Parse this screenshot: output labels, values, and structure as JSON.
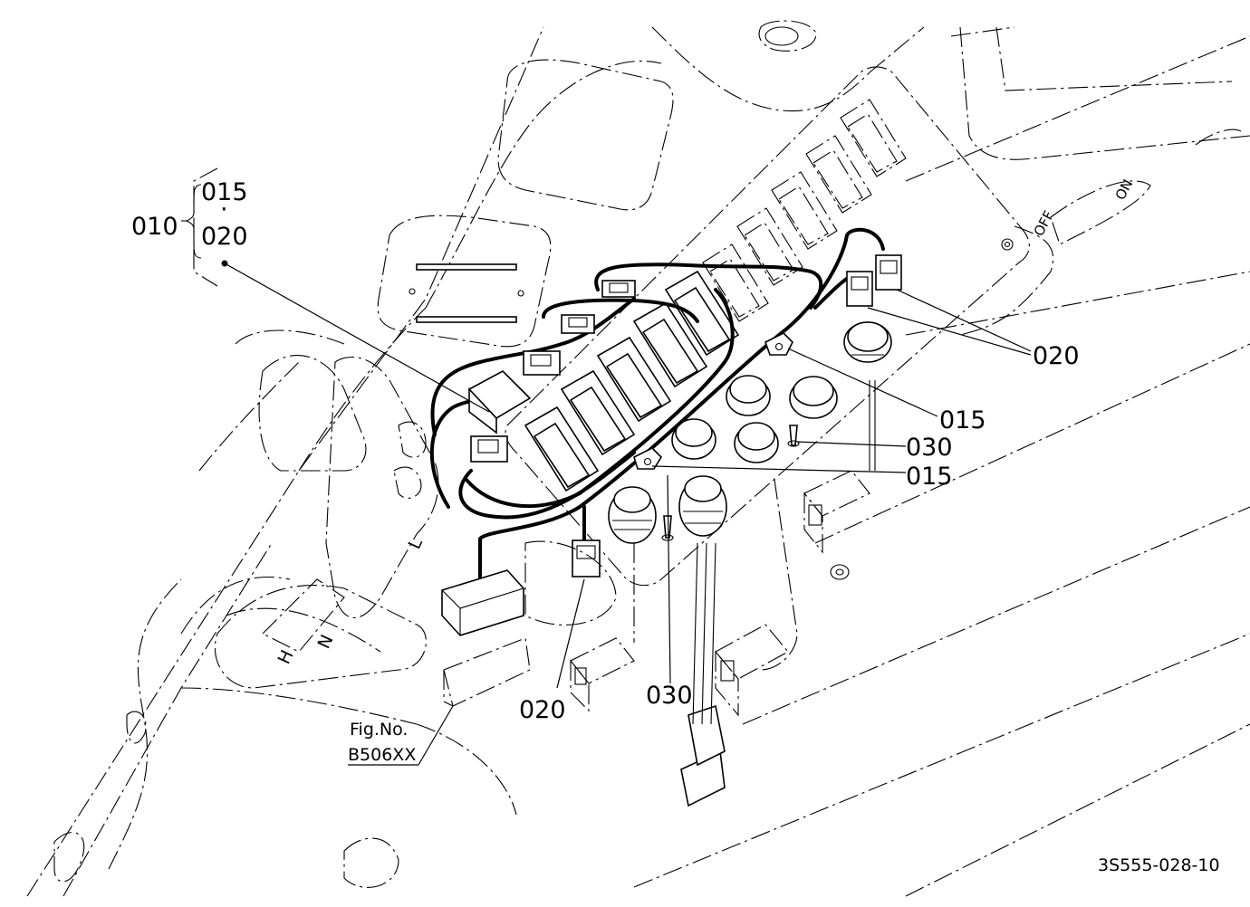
{
  "group": {
    "parent": "010",
    "child_a": "015",
    "separator": "·",
    "child_b": "020"
  },
  "callouts": {
    "c020_right": "020",
    "c015_upper": "015",
    "c030_right": "030",
    "c015_lower": "015",
    "c020_bottom": "020",
    "c030_bottom": "030"
  },
  "figref": {
    "line1": "Fig.No.",
    "line2": "B506XX"
  },
  "switch_labels": {
    "off": "OFF",
    "on": "ON"
  },
  "gear_labels": {
    "h": "H",
    "n": "N",
    "l": "L"
  },
  "drawing_id": "3S555-028-10"
}
